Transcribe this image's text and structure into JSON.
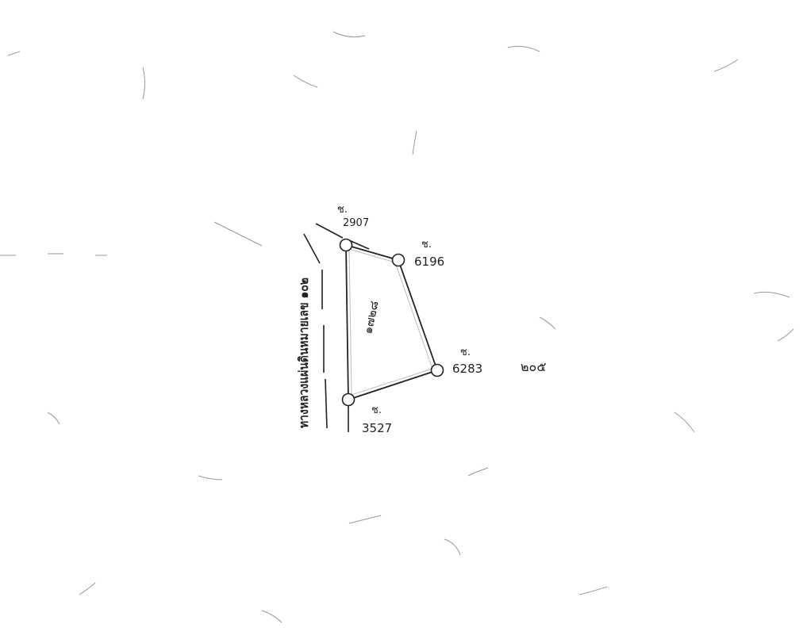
{
  "parcel": {
    "area_label": "๑๗๒๘",
    "page_number": "๒๐๕",
    "road_label": "ทางหลวงแผ่นดินหมายเลข ๑๐๒"
  },
  "markers": [
    {
      "prefix": "ช.",
      "number": "2907"
    },
    {
      "prefix": "ช.",
      "number": "6196"
    },
    {
      "prefix": "ช.",
      "number": "6283"
    },
    {
      "prefix": "ช.",
      "number": "3527"
    }
  ],
  "colors": {
    "ink": "#222222",
    "paper": "#ffffff"
  }
}
